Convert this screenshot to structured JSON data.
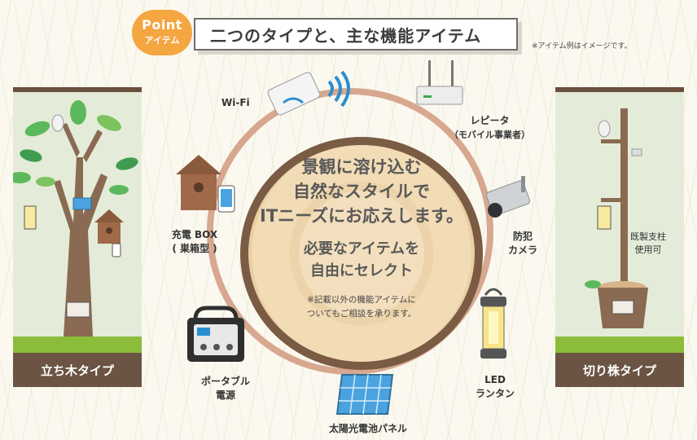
{
  "header": {
    "badge_top": "Point",
    "badge_bottom": "アイテム",
    "title": "二つのタイプと、主な機能アイテム",
    "note": "※アイテム例はイメージです。"
  },
  "left_panel": {
    "label": "立ち木タイプ"
  },
  "right_panel": {
    "label": "切り株タイプ",
    "pole_note_1": "既製支柱",
    "pole_note_2": "使用可"
  },
  "center": {
    "line1": "景観に溶け込む",
    "line2": "自然なスタイルで",
    "line3": "ITニーズにお応えします。",
    "line4": "必要なアイテムを",
    "line5": "自由にセレクト",
    "note1": "※記載以外の機能アイテムに",
    "note2": "ついてもご相談を承ります。"
  },
  "items": {
    "wifi": "Wi-Fi",
    "repeater_1": "レピータ",
    "repeater_2": "（モバイル事業者）",
    "camera_1": "防犯",
    "camera_2": "カメラ",
    "led_1": "LED",
    "led_2": "ランタン",
    "solar": "太陽光電池パネル",
    "power_1": "ポータブル",
    "power_2": "電源",
    "charge_1": "充電 BOX",
    "charge_2": "( 巣箱型 )"
  },
  "colors": {
    "accent": "#f4a640",
    "ring": "#d7a790",
    "bark": "#7a5b43",
    "lawn": "#8cbd3a",
    "panel": "#e4ecd9"
  }
}
